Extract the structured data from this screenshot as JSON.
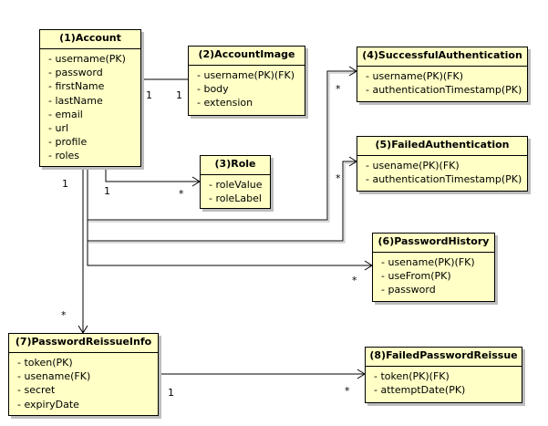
{
  "classes": [
    {
      "id": "account",
      "name": "(1)Account",
      "attrs": [
        "- username(PK)",
        "- password",
        "- firstName",
        "- lastName",
        "- email",
        "- url",
        "- profile",
        "- roles"
      ]
    },
    {
      "id": "account-image",
      "name": "(2)AccountImage",
      "attrs": [
        "- username(PK)(FK)",
        "- body",
        "- extension"
      ]
    },
    {
      "id": "role",
      "name": "(3)Role",
      "attrs": [
        "- roleValue",
        "- roleLabel"
      ]
    },
    {
      "id": "successful-authentication",
      "name": "(4)SuccessfulAuthentication",
      "attrs": [
        "- username(PK)(FK)",
        "- authenticationTimestamp(PK)"
      ]
    },
    {
      "id": "failed-authentication",
      "name": "(5)FailedAuthentication",
      "attrs": [
        "- usename(PK)(FK)",
        "- authenticationTimestamp(PK)"
      ]
    },
    {
      "id": "password-history",
      "name": "(6)PasswordHistory",
      "attrs": [
        "- usename(PK)(FK)",
        "- useFrom(PK)",
        "- password"
      ]
    },
    {
      "id": "password-reissue-info",
      "name": "(7)PasswordReissueInfo",
      "attrs": [
        "- token(PK)",
        "- usename(FK)",
        "- secret",
        "- expiryDate"
      ]
    },
    {
      "id": "failed-password-reissue",
      "name": "(8)FailedPasswordReissue",
      "attrs": [
        "- token(PK)(FK)",
        "- attemptDate(PK)"
      ]
    }
  ],
  "multiplicities": {
    "account_image_account_end": "1",
    "account_image_image_end": "1",
    "account_role_account_end": "1",
    "account_role_role_end": "*",
    "account_success_end": "*",
    "account_failed_end": "*",
    "account_history_end": "*",
    "account_reissue_account_end": "1",
    "account_reissue_reissue_end": "*",
    "reissue_failed_reissue_end": "1",
    "reissue_failed_failed_end": "*"
  }
}
